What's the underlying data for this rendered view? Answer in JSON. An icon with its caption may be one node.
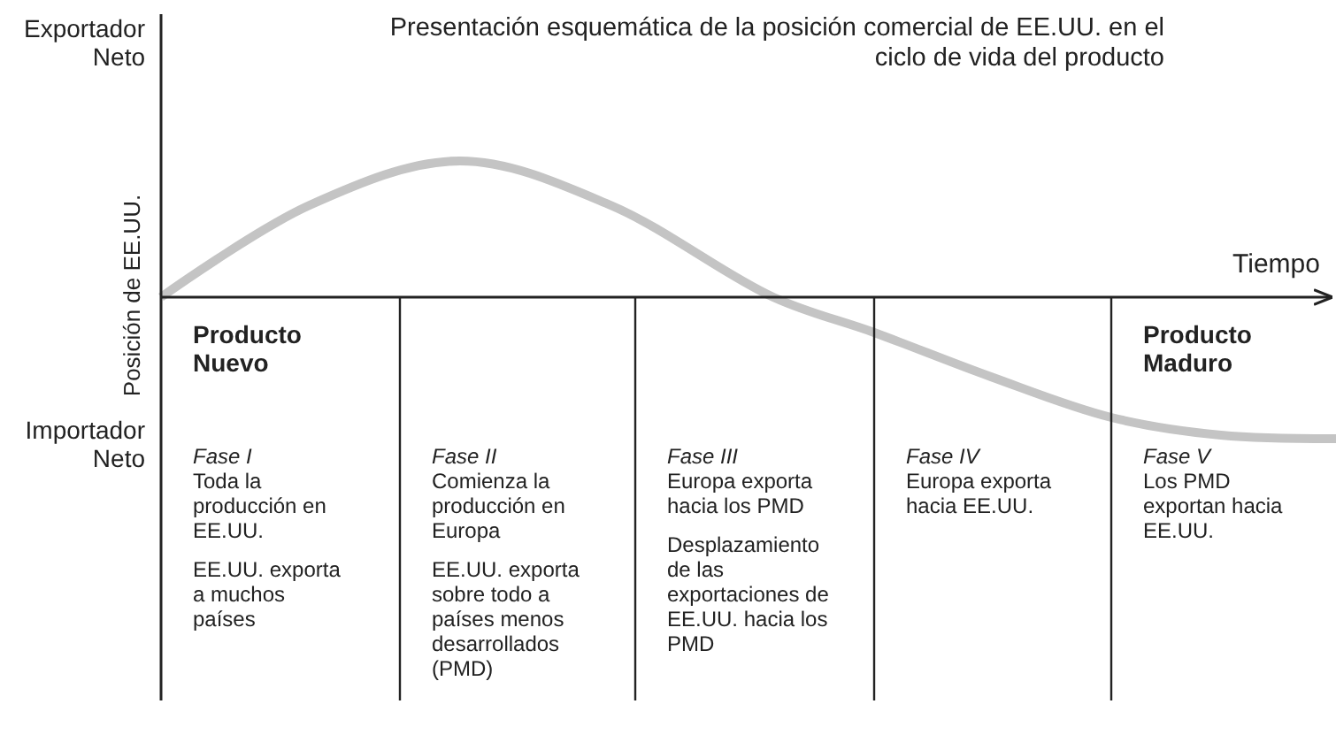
{
  "diagram": {
    "title": "Presentación esquemática de la posición comercial de EE.UU. en el ciclo de vida del producto",
    "nodes": [
      {
        "text": [
          "Producto Nuevo",
          "Fase I",
          "Toda la producción en EE.UU.",
          "EE.UU. exporta a muchos países"
        ]
      },
      {
        "text": [
          "Fase II",
          "Comienza la producción en Europa",
          "EE.UU. exporta sobre todo a países menos desarrollados (PMD)"
        ]
      },
      {
        "text": [
          "Fase III",
          "Europa exporta hacia los PMD",
          "Desplazamiento de las exportaciones de EE.UU. hacia los PMD"
        ]
      },
      {
        "text": [
          "Fase IV",
          "Europa exporta hacia EE.UU."
        ]
      },
      {
        "text": [
          "Producto Maduro",
          "Fase V",
          "Los PMD exportan hacia EE.UU."
        ]
      }
    ],
    "labels": [
      "Exportador Neto",
      "Posición de EE.UU.",
      "Tiempo",
      "Importador Neto"
    ]
  }
}
